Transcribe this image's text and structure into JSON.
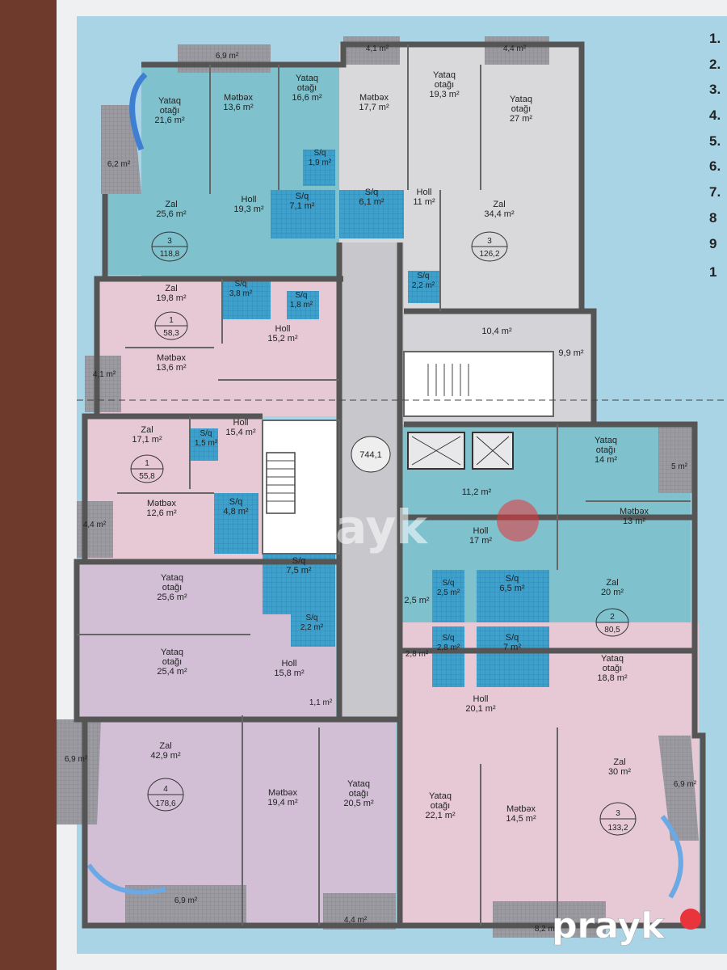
{
  "rooms": [
    {
      "id": "r1",
      "name": "Yataq\notağı",
      "area": "21,6 m²"
    },
    {
      "id": "r2",
      "name": "Mətbəx",
      "area": "13,6 m²"
    },
    {
      "id": "r3",
      "name": "Yataq\notağı",
      "area": "16,6 m²"
    },
    {
      "id": "r4",
      "name": "Mətbəx",
      "area": "17,7 m²"
    },
    {
      "id": "r5",
      "name": "Yataq\notağı",
      "area": "19,3 m²"
    },
    {
      "id": "r6",
      "name": "Yataq\notağı",
      "area": "27 m²"
    },
    {
      "id": "r7",
      "name": "S/q",
      "area": "1,9 m²"
    },
    {
      "id": "r8",
      "name": "Zal",
      "area": "25,6 m²"
    },
    {
      "id": "r9",
      "name": "Holl",
      "area": "19,3 m²"
    },
    {
      "id": "r10",
      "name": "S/q",
      "area": "7,1 m²"
    },
    {
      "id": "r11",
      "name": "S/q",
      "area": "6,1 m²"
    },
    {
      "id": "r12",
      "name": "Holl",
      "area": "11 m²"
    },
    {
      "id": "r13",
      "name": "Zal",
      "area": "34,4 m²"
    },
    {
      "id": "r14",
      "name": "Zal",
      "area": "19,8 m²"
    },
    {
      "id": "r15",
      "name": "S/q",
      "area": "3,8 m²"
    },
    {
      "id": "r16",
      "name": "S/q",
      "area": "1,8 m²"
    },
    {
      "id": "r17",
      "name": "S/q",
      "area": "2,2 m²"
    },
    {
      "id": "r18",
      "name": "Holl",
      "area": "15,2 m²"
    },
    {
      "id": "r19",
      "name": "",
      "area": "10,4 m²"
    },
    {
      "id": "r20",
      "name": "",
      "area": "9,9 m²"
    },
    {
      "id": "r21",
      "name": "Mətbəx",
      "area": "13,6 m²"
    },
    {
      "id": "r22",
      "name": "Zal",
      "area": "17,1 m²"
    },
    {
      "id": "r23",
      "name": "S/q",
      "area": "1,5 m²"
    },
    {
      "id": "r24",
      "name": "Holl",
      "area": "15,4 m²"
    },
    {
      "id": "r25",
      "name": "Mətbəx",
      "area": "12,6 m²"
    },
    {
      "id": "r26",
      "name": "S/q",
      "area": "4,8 m²"
    },
    {
      "id": "r27",
      "name": "",
      "area": "11,2 m²"
    },
    {
      "id": "r28",
      "name": "Yataq\notağı",
      "area": "14 m²"
    },
    {
      "id": "r29",
      "name": "Mətbəx",
      "area": "13 m²"
    },
    {
      "id": "r30",
      "name": "Holl",
      "area": "17 m²"
    },
    {
      "id": "r31",
      "name": "Yataq\notağı",
      "area": "25,6 m²"
    },
    {
      "id": "r32",
      "name": "S/q",
      "area": "7,5 m²"
    },
    {
      "id": "r33",
      "name": "S/q",
      "area": "2,2 m²"
    },
    {
      "id": "r34",
      "name": "",
      "area": "2,5 m²"
    },
    {
      "id": "r35",
      "name": "S/q",
      "area": "2,5 m²"
    },
    {
      "id": "r36",
      "name": "S/q",
      "area": "6,5 m²"
    },
    {
      "id": "r37",
      "name": "Zal",
      "area": "20 m²"
    },
    {
      "id": "r38",
      "name": "Yataq\notağı",
      "area": "25,4 m²"
    },
    {
      "id": "r39",
      "name": "Holl",
      "area": "15,8 m²"
    },
    {
      "id": "r40",
      "name": "",
      "area": "1,1 m²"
    },
    {
      "id": "r41",
      "name": "",
      "area": "2,8 m²"
    },
    {
      "id": "r42",
      "name": "S/q",
      "area": "2,8 m²"
    },
    {
      "id": "r43",
      "name": "S/q",
      "area": "7 m²"
    },
    {
      "id": "r44",
      "name": "Yataq\notağı",
      "area": "18,8 m²"
    },
    {
      "id": "r45",
      "name": "Holl",
      "area": "20,1 m²"
    },
    {
      "id": "r46",
      "name": "Zal",
      "area": "42,9 m²"
    },
    {
      "id": "r47",
      "name": "Mətbəx",
      "area": "19,4 m²"
    },
    {
      "id": "r48",
      "name": "Yataq\notağı",
      "area": "20,5 m²"
    },
    {
      "id": "r49",
      "name": "Yataq\notağı",
      "area": "22,1 m²"
    },
    {
      "id": "r50",
      "name": "Mətbəx",
      "area": "14,5 m²"
    },
    {
      "id": "r51",
      "name": "Zal",
      "area": "30 m²"
    }
  ],
  "balconies": [
    "6,9 m²",
    "4,1 m²",
    "4,4 m²",
    "6,2 m²",
    "4,1 m²",
    "4,4 m²",
    "5 m²",
    "6,9 m²",
    "6,9 m²",
    "6,9 m²",
    "4,4 m²",
    "8,2 m²"
  ],
  "apartments": [
    {
      "rooms": "3",
      "total": "118,8"
    },
    {
      "rooms": "3",
      "total": "126,2"
    },
    {
      "rooms": "1",
      "total": "58,3"
    },
    {
      "rooms": "1",
      "total": "55,8"
    },
    {
      "rooms": "2",
      "total": "80,5"
    },
    {
      "rooms": "4",
      "total": "178,6"
    },
    {
      "rooms": "3",
      "total": "133,2"
    }
  ],
  "corridor_area": "744,1",
  "legend_numbers": [
    "1.",
    "2.",
    "3.",
    "4.",
    "5.",
    "6.",
    "7.",
    "8",
    "9",
    "1"
  ],
  "watermark": "prayk",
  "colors": {
    "blue": "#7fc1cc",
    "pink": "#e6c9d4",
    "purple": "#d2bfd6",
    "grey": "#d9d9dc",
    "tile": "#3ea1cc",
    "balcony": "#9a9aa0",
    "paper_blue": "#a8d4e6",
    "accent_red": "#e8343a"
  }
}
